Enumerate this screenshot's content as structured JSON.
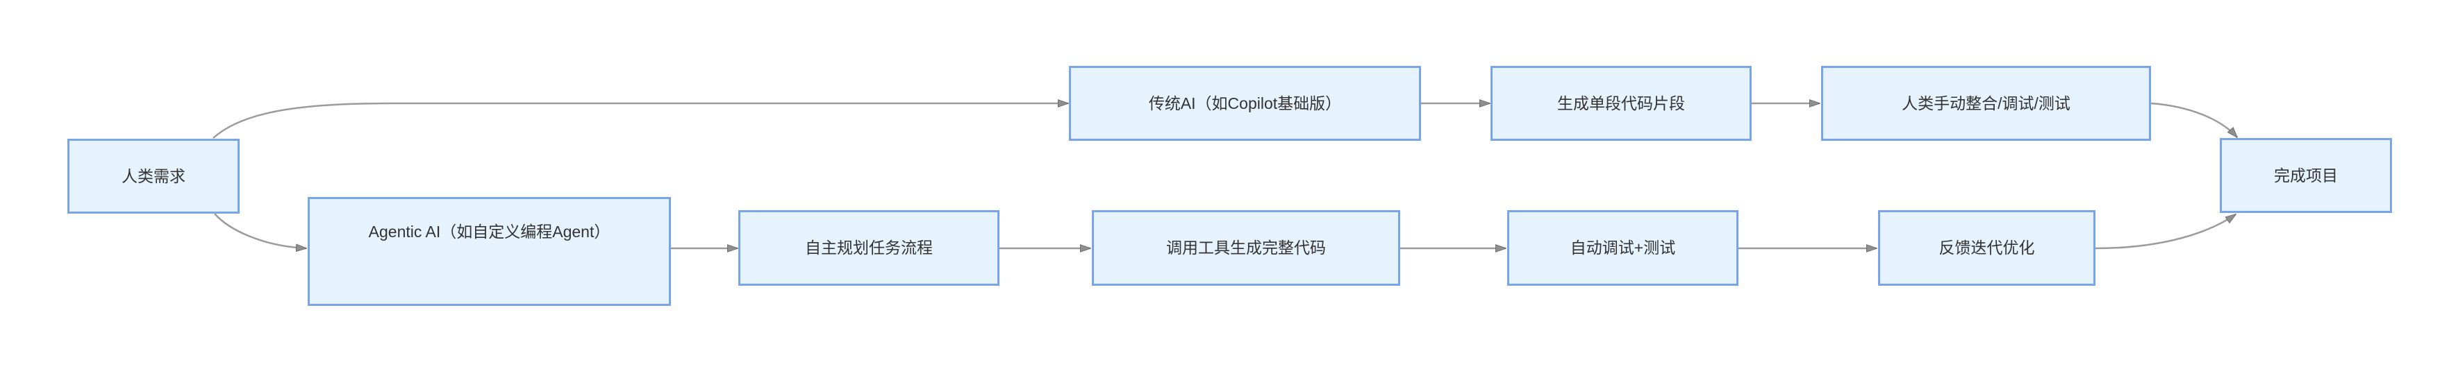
{
  "diagram": {
    "type": "flowchart",
    "direction": "left-to-right",
    "colors": {
      "background": "#ffffff",
      "node_fill": "#e6f2fc",
      "node_border": "#78a4ea",
      "edge_line": "#9b9b9b",
      "arrow_fill": "#8f8f8f",
      "arrow_stroke": "#6e6e6e",
      "text": "#333333"
    },
    "nodes": [
      {
        "id": "human-need",
        "label": "人类需求"
      },
      {
        "id": "traditional-ai",
        "label": "传统AI（如Copilot基础版）"
      },
      {
        "id": "single-snippet",
        "label": "生成单段代码片段"
      },
      {
        "id": "manual-integration",
        "label": "人类手动整合/调试/测试"
      },
      {
        "id": "complete-project",
        "label": "完成项目"
      },
      {
        "id": "agentic-ai",
        "label": "Agentic AI（如自定义编程Agent）"
      },
      {
        "id": "plan-tasks",
        "label": "自主规划任务流程"
      },
      {
        "id": "tool-generate-code",
        "label": "调用工具生成完整代码"
      },
      {
        "id": "auto-debug-test",
        "label": "自动调试+测试"
      },
      {
        "id": "feedback-iterate",
        "label": "反馈迭代优化"
      }
    ],
    "edges": [
      {
        "from": "human-need",
        "to": "traditional-ai"
      },
      {
        "from": "traditional-ai",
        "to": "single-snippet"
      },
      {
        "from": "single-snippet",
        "to": "manual-integration"
      },
      {
        "from": "manual-integration",
        "to": "complete-project"
      },
      {
        "from": "human-need",
        "to": "agentic-ai"
      },
      {
        "from": "agentic-ai",
        "to": "plan-tasks"
      },
      {
        "from": "plan-tasks",
        "to": "tool-generate-code"
      },
      {
        "from": "tool-generate-code",
        "to": "auto-debug-test"
      },
      {
        "from": "auto-debug-test",
        "to": "feedback-iterate"
      },
      {
        "from": "feedback-iterate",
        "to": "complete-project"
      }
    ]
  }
}
